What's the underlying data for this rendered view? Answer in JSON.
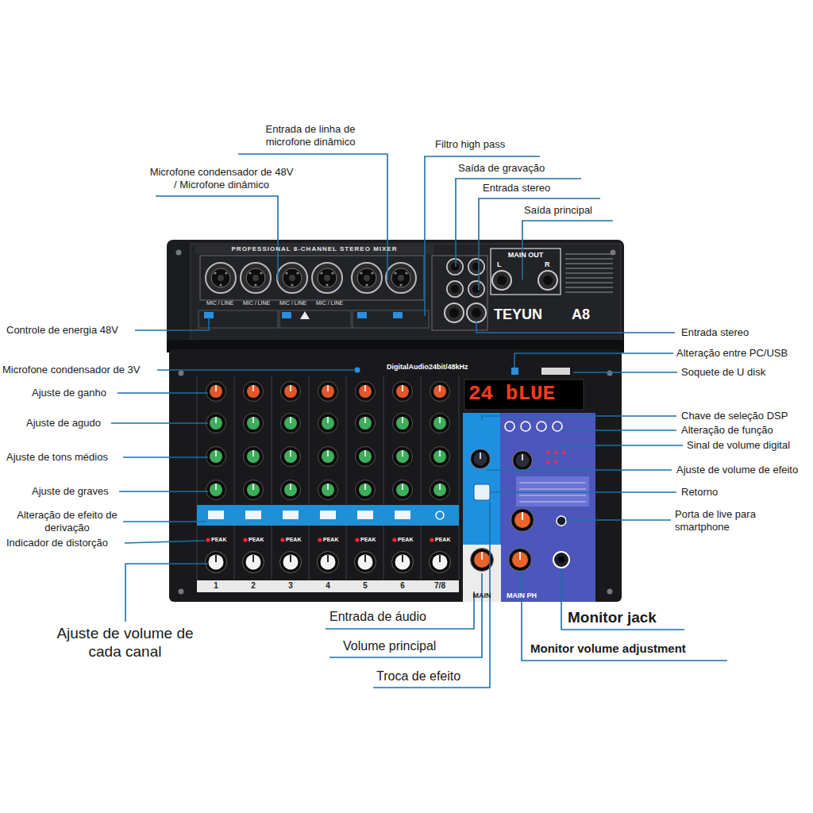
{
  "diagram": {
    "labels": [
      "Entrada de linha de microfone dinâmico",
      "Filtro high pass",
      "Microfone condensador de 48V / Microfone dinâmico",
      "Saída de gravação",
      "Entrada stereo",
      "Saída principal",
      "Controle de energia 48V",
      "Entrada stereo",
      "Alteração entre PC/USB",
      "Microfone condensador de 3V",
      "Soquete de U disk",
      "Ajuste de ganho",
      "Chave de seleção DSP",
      "Ajuste de agudo",
      "Alteração de função",
      "Sinal de volume digital",
      "Ajuste de tons médios",
      "Ajuste de volume de efeito",
      "Ajuste de graves",
      "Retorno",
      "Alteração de efeito de derivação",
      "Porta de live para smartphone",
      "Indicador de distorção",
      "Entrada de áudio",
      "Monitor jack",
      "Ajuste de volume de cada canal",
      "Volume principal",
      "Monitor volume adjustment",
      "Troca de efeito",
      "PROFESSIONAL 8-CHANNEL STEREO MIXER",
      "MAIN OUT",
      "L",
      "R",
      "TEYUN",
      "A8",
      "MIC / LINE",
      "MIC / LINE",
      "MIC / LINE",
      "MIC / LINE",
      "DigitalAudio24bit/48kHz",
      "24 bLUE",
      "PEAK",
      "PEAK",
      "PEAK",
      "PEAK",
      "PEAK",
      "PEAK",
      "PEAK",
      "1",
      "2",
      "3",
      "4",
      "5",
      "6",
      "7/8",
      "MAIN",
      "MAIN PH"
    ]
  }
}
